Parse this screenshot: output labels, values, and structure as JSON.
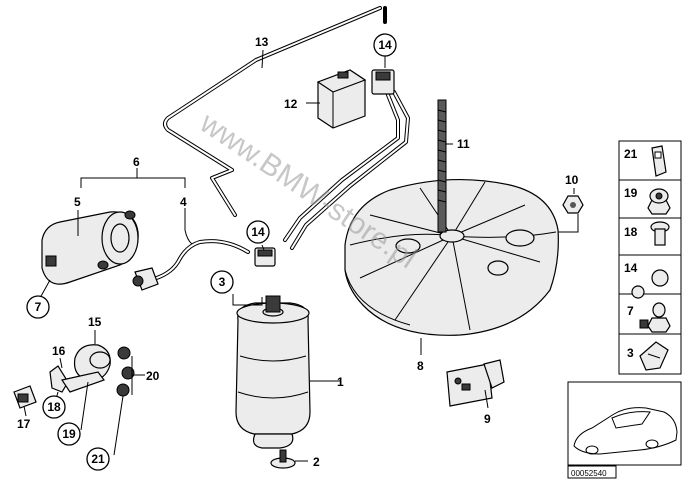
{
  "watermark": "www.BMW-store.pl",
  "diagram_number": "00052540",
  "callouts": {
    "c1": "1",
    "c2": "2",
    "c3": "3",
    "c4": "4",
    "c5": "5",
    "c6": "6",
    "c7": "7",
    "c8": "8",
    "c9": "9",
    "c10": "10",
    "c11": "11",
    "c12": "12",
    "c13": "13",
    "c14a": "14",
    "c14b": "14",
    "c15": "15",
    "c16": "16",
    "c17": "17",
    "c18": "18",
    "c19": "19",
    "c20": "20",
    "c21": "21"
  },
  "sidebar": {
    "items": [
      {
        "label": "21"
      },
      {
        "label": "19"
      },
      {
        "label": "18"
      },
      {
        "label": "14"
      },
      {
        "label": "7"
      },
      {
        "label": "3"
      }
    ]
  }
}
